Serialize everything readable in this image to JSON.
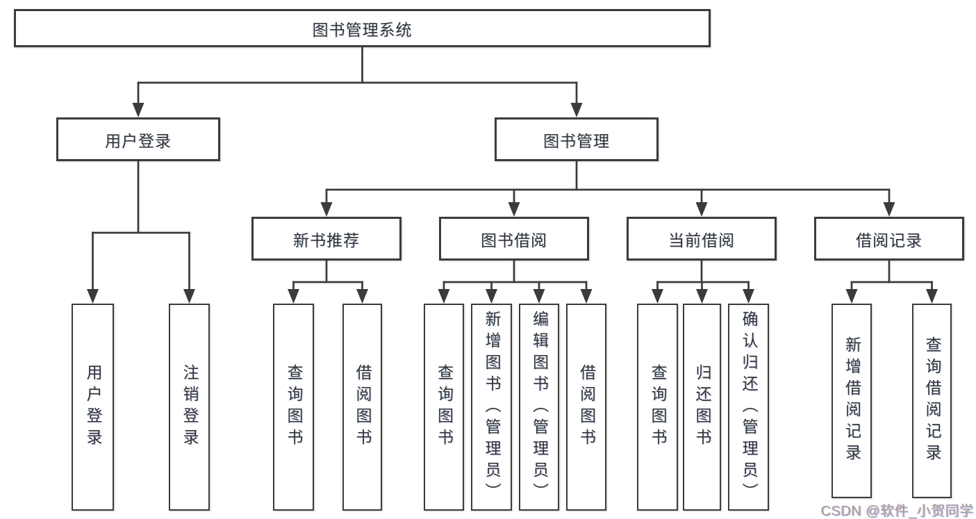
{
  "tree": {
    "label": "图书管理系统",
    "children": [
      {
        "label": "用户登录",
        "children": [
          {
            "label": "用户登录"
          },
          {
            "label": "注销登录"
          }
        ]
      },
      {
        "label": "图书管理",
        "children": [
          {
            "label": "新书推荐",
            "children": [
              {
                "label": "查询图书"
              },
              {
                "label": "借阅图书"
              }
            ]
          },
          {
            "label": "图书借阅",
            "children": [
              {
                "label": "查询图书"
              },
              {
                "label": "新增图书（管理员）"
              },
              {
                "label": "编辑图书（管理员）"
              },
              {
                "label": "借阅图书"
              }
            ]
          },
          {
            "label": "当前借阅",
            "children": [
              {
                "label": "查询图书"
              },
              {
                "label": "归还图书"
              },
              {
                "label": "确认归还（管理员）"
              }
            ]
          },
          {
            "label": "借阅记录",
            "children": [
              {
                "label": "新增借阅记录"
              },
              {
                "label": "查询借阅记录"
              }
            ]
          }
        ]
      }
    ]
  },
  "watermark": "CSDN @软件_小贺同学",
  "colors": {
    "line": "#3b3b3b",
    "text": "#333333",
    "background": "#ffffff",
    "watermark": "#a2a2a2"
  }
}
